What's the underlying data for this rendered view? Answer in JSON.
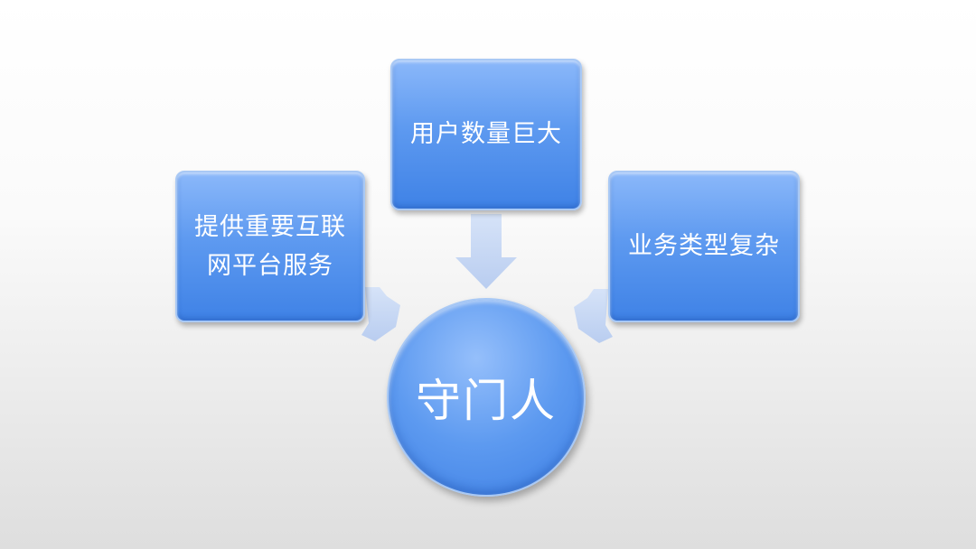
{
  "diagram": {
    "nodes": {
      "left": {
        "label": "提供重要互联网平台服务"
      },
      "top": {
        "label": "用户数量巨大"
      },
      "right": {
        "label": "业务类型复杂"
      },
      "center": {
        "label": "守门人"
      }
    },
    "colors": {
      "node_fill": "#5e9af0",
      "node_border": "#a9c9f5",
      "arrow_fill": "#c7d8f6",
      "text": "#ffffff"
    }
  }
}
